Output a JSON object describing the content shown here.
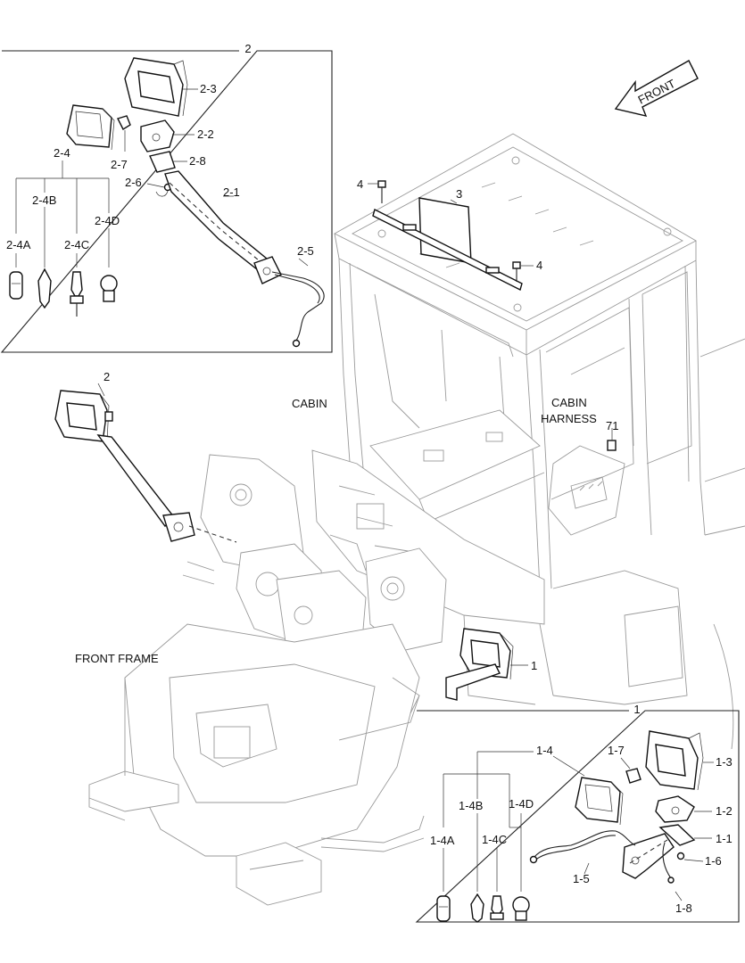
{
  "labels": {
    "group2": "2",
    "p2_3": "2-3",
    "p2_2": "2-2",
    "p2_4": "2-4",
    "p2_7": "2-7",
    "p2_8": "2-8",
    "p2_6": "2-6",
    "p2_1": "2-1",
    "p2_4B": "2-4B",
    "p2_4D": "2-4D",
    "p2_4A": "2-4A",
    "p2_4C": "2-4C",
    "p2_5": "2-5",
    "p4a": "4",
    "p4b": "4",
    "p3": "3",
    "front": "FRONT",
    "lamp2": "2",
    "cabin": "CABIN",
    "cabin_harness_1": "CABIN",
    "cabin_harness_2": "HARNESS",
    "p71": "71",
    "front_frame": "FRONT FRAME",
    "lamp1": "1",
    "group1": "1",
    "p1_4": "1-4",
    "p1_7": "1-7",
    "p1_3": "1-3",
    "p1_4B": "1-4B",
    "p1_4D": "1-4D",
    "p1_2": "1-2",
    "p1_1": "1-1",
    "p1_4A": "1-4A",
    "p1_4C": "1-4C",
    "p1_6": "1-6",
    "p1_5": "1-5",
    "p1_8": "1-8"
  }
}
